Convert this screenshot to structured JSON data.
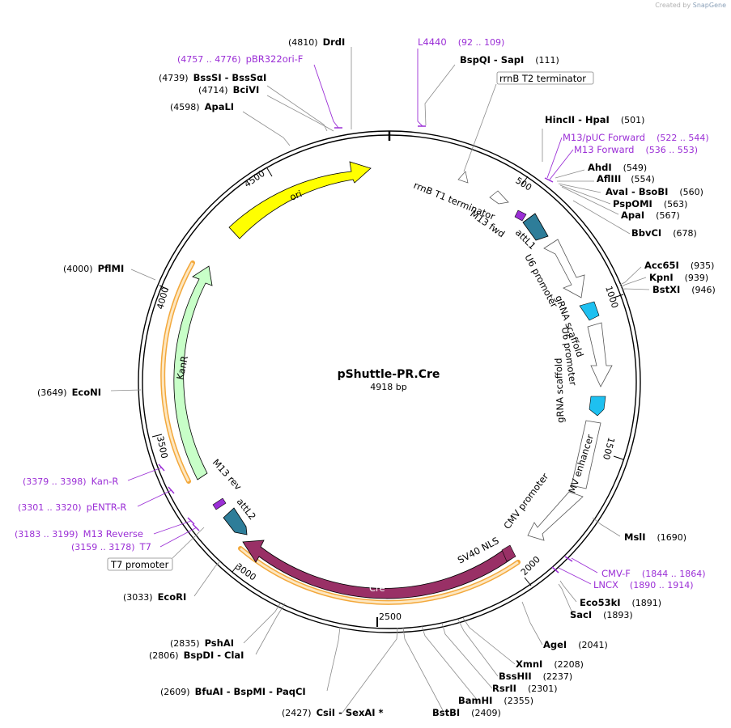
{
  "watermark": {
    "prefix": "Created by",
    "brand": "SnapGene"
  },
  "plasmid": {
    "name": "pShuttle-PR.Cre",
    "length": "4918 bp"
  },
  "position_ticks": [
    "500",
    "1000",
    "1500",
    "2000",
    "2500",
    "3000",
    "3500",
    "4000",
    "4500"
  ],
  "features": [
    {
      "label": "ori",
      "color": "#ffff00"
    },
    {
      "label": "KanR",
      "color": "#c8ffc8"
    },
    {
      "label": "Cre",
      "color": "#993066"
    },
    {
      "label": "rrnB T1 terminator",
      "color": "#ffffff"
    },
    {
      "label": "M13 fwd",
      "color": "#9b2fd6"
    },
    {
      "label": "attL1",
      "color": "#2e7d99"
    },
    {
      "label": "U6 promoter",
      "color": "#ffffff"
    },
    {
      "label": "gRNA scaffold",
      "color": "#1ec0f0"
    },
    {
      "label": "U6 promoter",
      "color": "#ffffff"
    },
    {
      "label": "gRNA scaffold",
      "color": "#1ec0f0"
    },
    {
      "label": "CMV enhancer",
      "color": "#ffffff"
    },
    {
      "label": "CMV promoter",
      "color": "#ffffff"
    },
    {
      "label": "SV40 NLS",
      "color": "#993066"
    },
    {
      "label": "attL2",
      "color": "#2e7d99"
    },
    {
      "label": "M13 rev",
      "color": "#9b2fd6"
    }
  ],
  "boxed_features": [
    "rrnB T2 terminator",
    "T7 promoter"
  ],
  "sites": [
    {
      "name": "DrdI",
      "pos": "(4810)"
    },
    {
      "name": "BspQI",
      "sep": " - ",
      "name2": "SapI",
      "pos": "(111)"
    },
    {
      "name": "BssSI",
      "sep": " - ",
      "name2": "BssSαI",
      "pos": "(4739)"
    },
    {
      "name": "BciVI",
      "pos": "(4714)"
    },
    {
      "name": "ApaLI",
      "pos": "(4598)"
    },
    {
      "name": "HincII",
      "sep": " - ",
      "name2": "HpaI",
      "pos": "(501)"
    },
    {
      "name": "AhdI",
      "pos": "(549)"
    },
    {
      "name": "AflIII",
      "pos": "(554)"
    },
    {
      "name": "AvaI",
      "sep": " - ",
      "name2": "BsoBI",
      "pos": "(560)"
    },
    {
      "name": "PspOMI",
      "pos": "(563)"
    },
    {
      "name": "ApaI",
      "pos": "(567)"
    },
    {
      "name": "BbvCI",
      "pos": "(678)"
    },
    {
      "name": "Acc65I",
      "pos": "(935)"
    },
    {
      "name": "KpnI",
      "pos": "(939)"
    },
    {
      "name": "BstXI",
      "pos": "(946)"
    },
    {
      "name": "PflMI",
      "pos": "(4000)"
    },
    {
      "name": "EcoNI",
      "pos": "(3649)"
    },
    {
      "name": "MslI",
      "pos": "(1690)"
    },
    {
      "name": "Eco53kI",
      "pos": "(1891)"
    },
    {
      "name": "SacI",
      "pos": "(1893)"
    },
    {
      "name": "AgeI",
      "pos": "(2041)"
    },
    {
      "name": "XmnI",
      "pos": "(2208)"
    },
    {
      "name": "BssHII",
      "pos": "(2237)"
    },
    {
      "name": "RsrII",
      "pos": "(2301)"
    },
    {
      "name": "BamHI",
      "pos": "(2355)"
    },
    {
      "name": "BstBI",
      "pos": "(2409)"
    },
    {
      "name": "CsiI",
      "sep": " - ",
      "name2": "SexAI *",
      "pos": "(2427)"
    },
    {
      "name": "BfuAI",
      "sep": " - ",
      "name2": "BspMI",
      "sep2": " - ",
      "name3": "PaqCI",
      "pos": "(2609)"
    },
    {
      "name": "PshAI",
      "pos": "(2835)"
    },
    {
      "name": "BspDI",
      "sep": " - ",
      "name2": "ClaI",
      "pos": "(2806)"
    },
    {
      "name": "EcoRI",
      "pos": "(3033)"
    }
  ],
  "primers": [
    {
      "name": "L4440",
      "range": "(92 .. 109)"
    },
    {
      "name": "pBR322ori-F",
      "range": "(4757 .. 4776)"
    },
    {
      "name": "M13/pUC Forward",
      "range": "(522 .. 544)"
    },
    {
      "name": "M13 Forward",
      "range": "(536 .. 553)"
    },
    {
      "name": "CMV-F",
      "range": "(1844 .. 1864)"
    },
    {
      "name": "LNCX",
      "range": "(1890 .. 1914)"
    },
    {
      "name": "Kan-R",
      "range": "(3379 .. 3398)"
    },
    {
      "name": "pENTR-R",
      "range": "(3301 .. 3320)"
    },
    {
      "name": "M13 Reverse",
      "range": "(3183 .. 3199)"
    },
    {
      "name": "T7",
      "range": "(3159 .. 3178)"
    }
  ]
}
